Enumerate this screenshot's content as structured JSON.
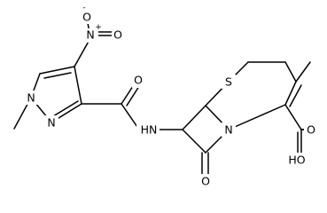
{
  "molecule": {
    "atoms": {
      "nitro_o_minus": "O",
      "nitro_o_minus_charge": "-",
      "nitro_n": "N",
      "nitro_n_charge": "+",
      "nitro_o": "O",
      "pyrazole_n1": "N",
      "pyrazole_n2": "N",
      "amide_o": "O",
      "amide_nh": "HN",
      "thiazine_s": "S",
      "lactam_n": "N",
      "lactam_o": "O",
      "acid_o": "O",
      "acid_oh": "HO"
    }
  }
}
